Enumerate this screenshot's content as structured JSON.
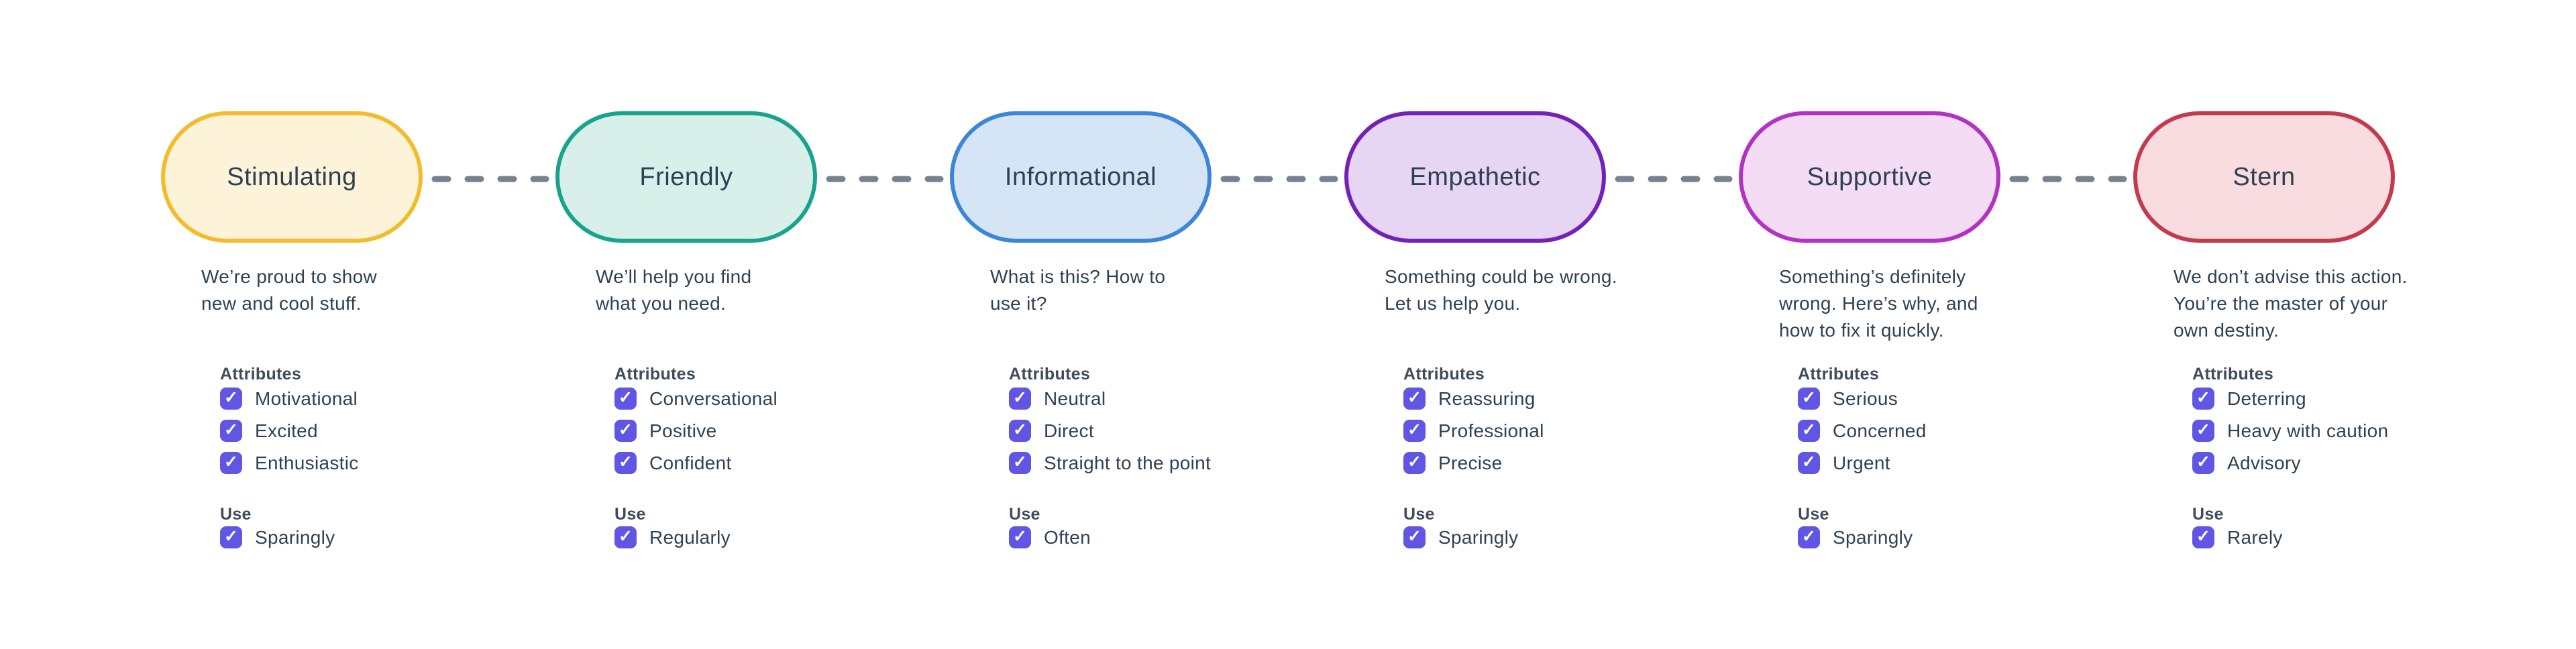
{
  "labels": {
    "attributes_heading": "Attributes",
    "use_heading": "Use"
  },
  "icons": {
    "check": "✓"
  },
  "colors": {
    "background": "#FFFFFF",
    "connector": "#76828F",
    "checkbox": "#6156E4",
    "text": "#2E4154",
    "heading": "#3E4C5C"
  },
  "tones": [
    {
      "name": "Stimulating",
      "border_color": "#F3BC2E",
      "fill_color": "#FCF3D9",
      "description": "We’re proud to show\nnew and cool stuff.",
      "attributes": [
        "Motivational",
        "Excited",
        "Enthusiastic"
      ],
      "use": "Sparingly"
    },
    {
      "name": "Friendly",
      "border_color": "#17A38C",
      "fill_color": "#D8F0E9",
      "description": "We’ll help you find\nwhat you need.",
      "attributes": [
        "Conversational",
        "Positive",
        "Confident"
      ],
      "use": "Regularly"
    },
    {
      "name": "Informational",
      "border_color": "#3B86D8",
      "fill_color": "#D5E5F6",
      "description": "What is this? How to\nuse it?",
      "attributes": [
        "Neutral",
        "Direct",
        "Straight to the point"
      ],
      "use": "Often"
    },
    {
      "name": "Empathetic",
      "border_color": "#7421B8",
      "fill_color": "#E6D5F3",
      "description": "Something could be wrong.\nLet us help you.",
      "attributes": [
        "Reassuring",
        "Professional",
        "Precise"
      ],
      "use": "Sparingly"
    },
    {
      "name": "Supportive",
      "border_color": "#B232C4",
      "fill_color": "#F4DCF4",
      "description": "Something’s definitely\nwrong. Here’s why, and\nhow to fix it quickly.",
      "attributes": [
        "Serious",
        "Concerned",
        "Urgent"
      ],
      "use": "Sparingly"
    },
    {
      "name": "Stern",
      "border_color": "#C43A4D",
      "fill_color": "#F9DCE0",
      "description": "We don’t advise this action.\nYou’re the master of your\nown destiny.",
      "attributes": [
        "Deterring",
        "Heavy with caution",
        "Advisory"
      ],
      "use": "Rarely"
    }
  ]
}
